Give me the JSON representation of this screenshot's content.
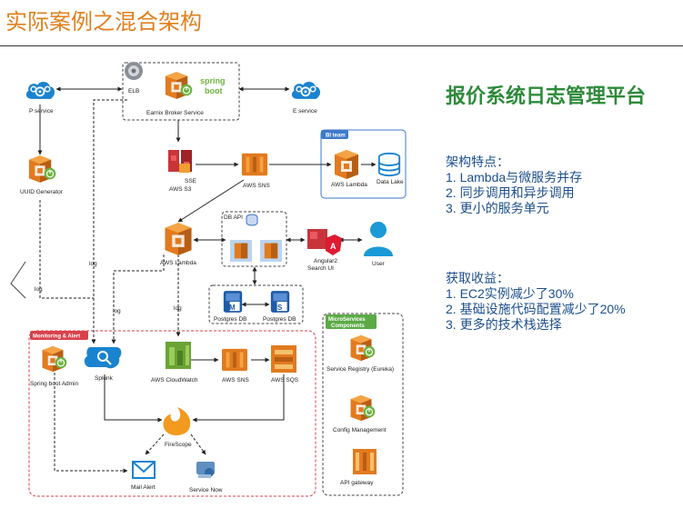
{
  "title": "实际案例之混合架构",
  "heading": "报价系统日志管理平台",
  "features": {
    "title": "架构特点：",
    "items": [
      "1. Lambda与微服务并存",
      "2. 同步调用和异步调用",
      "3. 更小的服务单元"
    ]
  },
  "benefits": {
    "title": "获取收益：",
    "items": [
      "1. EC2实例减少了30%",
      "2. 基础设施代码配置减少了20%",
      "3. 更多的技术栈选择"
    ]
  },
  "diagram": {
    "nodes": {
      "elb": "ELB",
      "broker": "Earnix Broker Service",
      "spring_boot": "spring boot",
      "p_service": "P service",
      "e_service": "E service",
      "uuid": "UUID Generator",
      "s3_sse": "SSE",
      "s3": "AWS S3",
      "sns_top": "AWS SNS",
      "bi_team": "BI team",
      "lambda_bi": "AWS Lambda",
      "data_lake": "Data Lake",
      "db_api": "DB API",
      "lambda_main": "AWS Lambda",
      "angular": "Angular2",
      "search_ui": "Search UI",
      "user": "User",
      "postgres1": "Postgres DB",
      "postgres2": "Postgres DB",
      "monitoring": "Monitoring & Alert",
      "spring_admin": "Spring boot Admin",
      "splunk": "Splunk",
      "cloudwatch": "AWS CloudWatch",
      "sns_mid": "AWS SNS",
      "sqs": "AWS SQS",
      "firescope": "FireScope",
      "mail": "Mail Alert",
      "servicenow": "Service Now",
      "microservices": "MicroServices Components",
      "registry": "Service Registry (Eureka)",
      "config": "Config Management",
      "gateway": "API gateway",
      "log": "log"
    }
  },
  "colors": {
    "title": "#e0801e",
    "heading": "#2d8a3a",
    "panel_text": "#1e4f8c",
    "aws_orange": "#e27a1f",
    "aws_red": "#c8343a",
    "cloud_blue": "#1a83d0",
    "aws_green": "#6aa336",
    "alert_red": "#d9404a",
    "micro_green": "#5aaa46",
    "bi_blue": "#3d7ac8"
  }
}
